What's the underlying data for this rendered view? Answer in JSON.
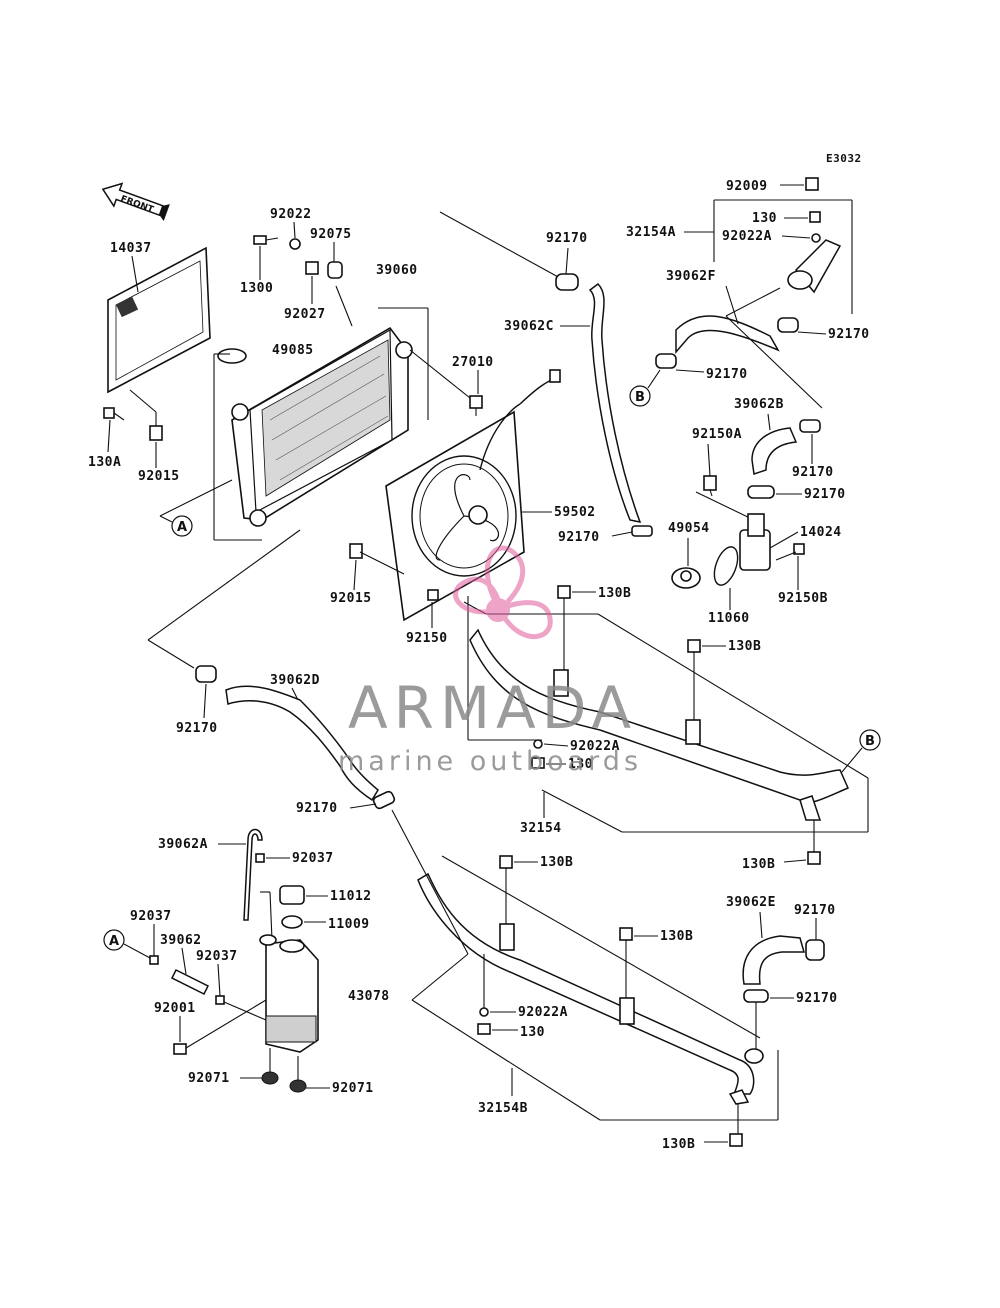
{
  "diagram_code": "E3032",
  "front_label": "FRONT",
  "watermark": {
    "brand": "ARMADA",
    "tagline": "marine outboards",
    "accent_color": "#e05a9a"
  },
  "ref_markers": {
    "a": "A",
    "b": "B"
  },
  "labels": {
    "p14037": "14037",
    "p130a": "130A",
    "p92015_top": "92015",
    "p92022": "92022",
    "p130b_bolt": "1300",
    "p92075": "92075",
    "p92027": "92027",
    "p39060": "39060",
    "p49085": "49085",
    "p27010": "27010",
    "p92170_top": "92170",
    "p39062c": "39062C",
    "p59502": "59502",
    "p92170_mid": "92170",
    "p92015_mid": "92015",
    "p92150": "92150",
    "p92009": "92009",
    "p32154a": "32154A",
    "p130_top": "130",
    "p92022a_top": "92022A",
    "p39062f": "39062F",
    "p92170_f": "92170",
    "p92170_b": "92170",
    "p39062b": "39062B",
    "p92150a": "92150A",
    "p92170_c": "92170",
    "p92170_d": "92170",
    "p49054": "49054",
    "p14024": "14024",
    "p11060": "11060",
    "p92150b": "92150B",
    "p130b_1": "130B",
    "p130b_2": "130B",
    "p92170_left": "92170",
    "p39062d": "39062D",
    "p92022a_mid": "92022A",
    "p130_mid": "130",
    "p32154": "32154",
    "p92170_low": "92170",
    "p130b_3": "130B",
    "p39062a": "39062A",
    "p92037_a": "92037",
    "p130b_4": "130B",
    "p11012": "11012",
    "p11009": "11009",
    "p92037_b": "92037",
    "p39062": "39062",
    "p92037_c": "92037",
    "p43078": "43078",
    "p92001": "92001",
    "p92071_a": "92071",
    "p92071_b": "92071",
    "p130b_5": "130B",
    "p39062e": "39062E",
    "p92170_e1": "92170",
    "p92170_e2": "92170",
    "p92022a_low": "92022A",
    "p130_low": "130",
    "p32154b": "32154B",
    "p130b_6": "130B"
  }
}
